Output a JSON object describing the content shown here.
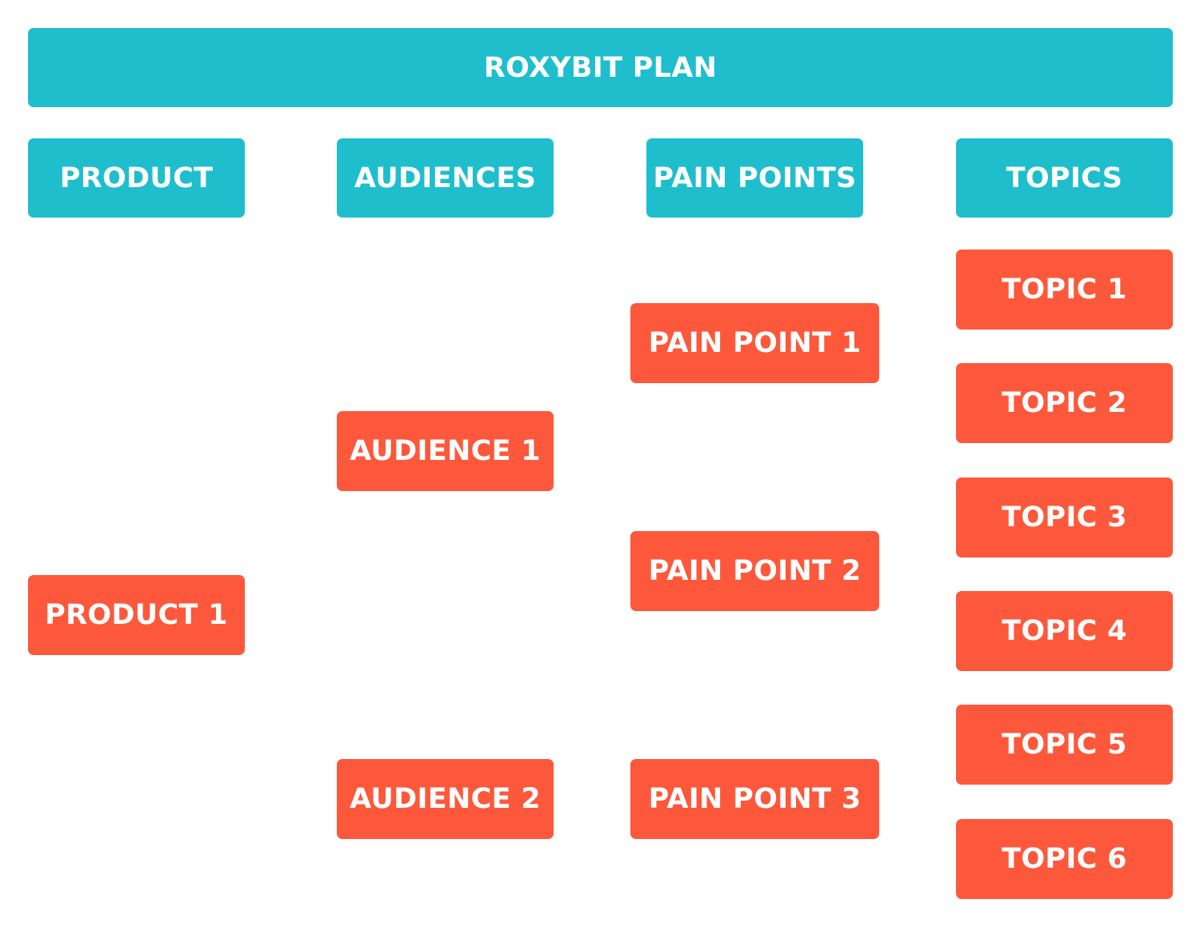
{
  "title": "ROXYBIT PLAN",
  "colors": {
    "header": "#1ebecd",
    "node": "#fd583b",
    "text": "#ffffff"
  },
  "columns": {
    "product": {
      "header": "PRODUCT",
      "items": [
        "PRODUCT 1"
      ]
    },
    "audiences": {
      "header": "AUDIENCES",
      "items": [
        "AUDIENCE 1",
        "AUDIENCE 2"
      ]
    },
    "pain_points": {
      "header": "PAIN POINTS",
      "items": [
        "PAIN POINT 1",
        "PAIN POINT 2",
        "PAIN POINT 3"
      ]
    },
    "topics": {
      "header": "TOPICS",
      "items": [
        "TOPIC 1",
        "TOPIC 2",
        "TOPIC 3",
        "TOPIC 4",
        "TOPIC 5",
        "TOPIC 6"
      ]
    }
  }
}
